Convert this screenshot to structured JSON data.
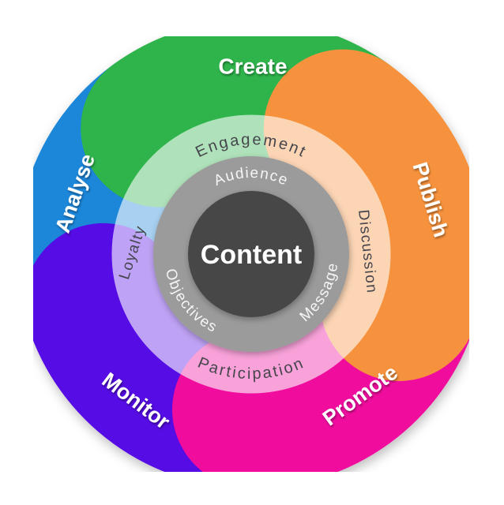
{
  "diagram": {
    "background_color": "#ffffff",
    "center": {
      "label": "Content",
      "fill": "#464646",
      "text_color": "#ffffff"
    },
    "core_ring": {
      "fill": "#9b9b9b",
      "text_color": "#f5f5f5",
      "labels": {
        "top": "Audience",
        "bottom_left": "Objectives",
        "bottom_right": "Message"
      }
    },
    "middle_ring": {
      "text_color": "#45454c",
      "overlay_color": "#ffffff",
      "labels": {
        "top": "Engagement",
        "right": "Discussion",
        "bottom": "Participation",
        "left": "Loyalty"
      }
    },
    "petal_text_color": "#ffffff",
    "petals": [
      {
        "label": "Create",
        "color": "#2fb44c"
      },
      {
        "label": "Publish",
        "color": "#f6923d"
      },
      {
        "label": "Promote",
        "color": "#f0089e"
      },
      {
        "label": "Monitor",
        "color": "#5707e5"
      },
      {
        "label": "Analyse",
        "color": "#1a86d9"
      }
    ]
  }
}
